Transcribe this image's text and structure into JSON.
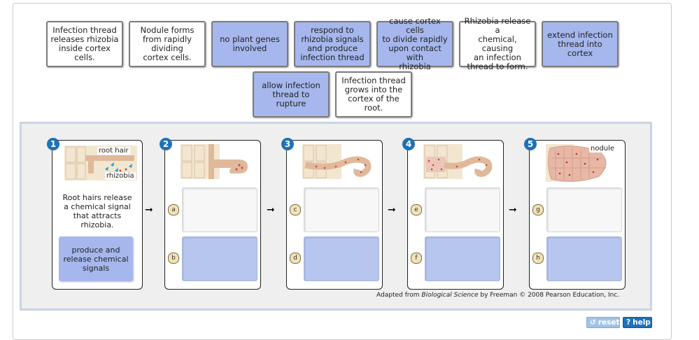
{
  "labels": [
    {
      "text": "Infection thread\nreleases rhizobia\ninside cortex\ncells.",
      "style": "white"
    },
    {
      "text": "Nodule forms\nfrom rapidly\ndividing\ncortex cells.",
      "style": "white"
    },
    {
      "text": "no plant genes\ninvolved",
      "style": "blue"
    },
    {
      "text": "respond to\nrhizobia signals\nand produce\ninfection thread",
      "style": "blue"
    },
    {
      "text": "cause cortex cells\nto divide rapidly\nupon contact with\nrhizobia",
      "style": "blue"
    },
    {
      "text": "Rhizobia release a\nchemical, causing\nan infection\nthread to form.",
      "style": "white"
    },
    {
      "text": "extend infection\nthread into cortex",
      "style": "blue"
    },
    {
      "text": "allow infection\nthread to rupture",
      "style": "blue"
    },
    {
      "text": "Infection thread\ngrows into the\ncortex of the\nroot.",
      "style": "white"
    }
  ],
  "steps": [
    {
      "number": "1",
      "image_labels": [
        "root hair",
        "rhizobia"
      ]
    },
    {
      "number": "2",
      "targets": [
        "a",
        "b"
      ]
    },
    {
      "number": "3",
      "targets": [
        "c",
        "d"
      ]
    },
    {
      "number": "4",
      "targets": [
        "e",
        "f"
      ]
    },
    {
      "number": "5",
      "image_labels": [
        "nodule"
      ],
      "targets": [
        "g",
        "h"
      ]
    }
  ],
  "step1": {
    "description": "Root hairs release\na chemical signal\nthat attracts\nrhizobia.",
    "answer": "produce and\nrelease chemical\nsignals"
  },
  "arrow_glyph": "➞",
  "credit": {
    "prefix": "Adapted from ",
    "book": "Biological Science",
    "suffix": " by Freeman © 2008 Pearson Education, Inc."
  },
  "buttons": {
    "reset": "reset",
    "help": "help",
    "help_icon": "?",
    "reset_icon": "↺"
  },
  "colors": {
    "blue_label": "#a5b7ec",
    "step_badge": "#1f71b8",
    "help_btn": "#1f71b8"
  }
}
